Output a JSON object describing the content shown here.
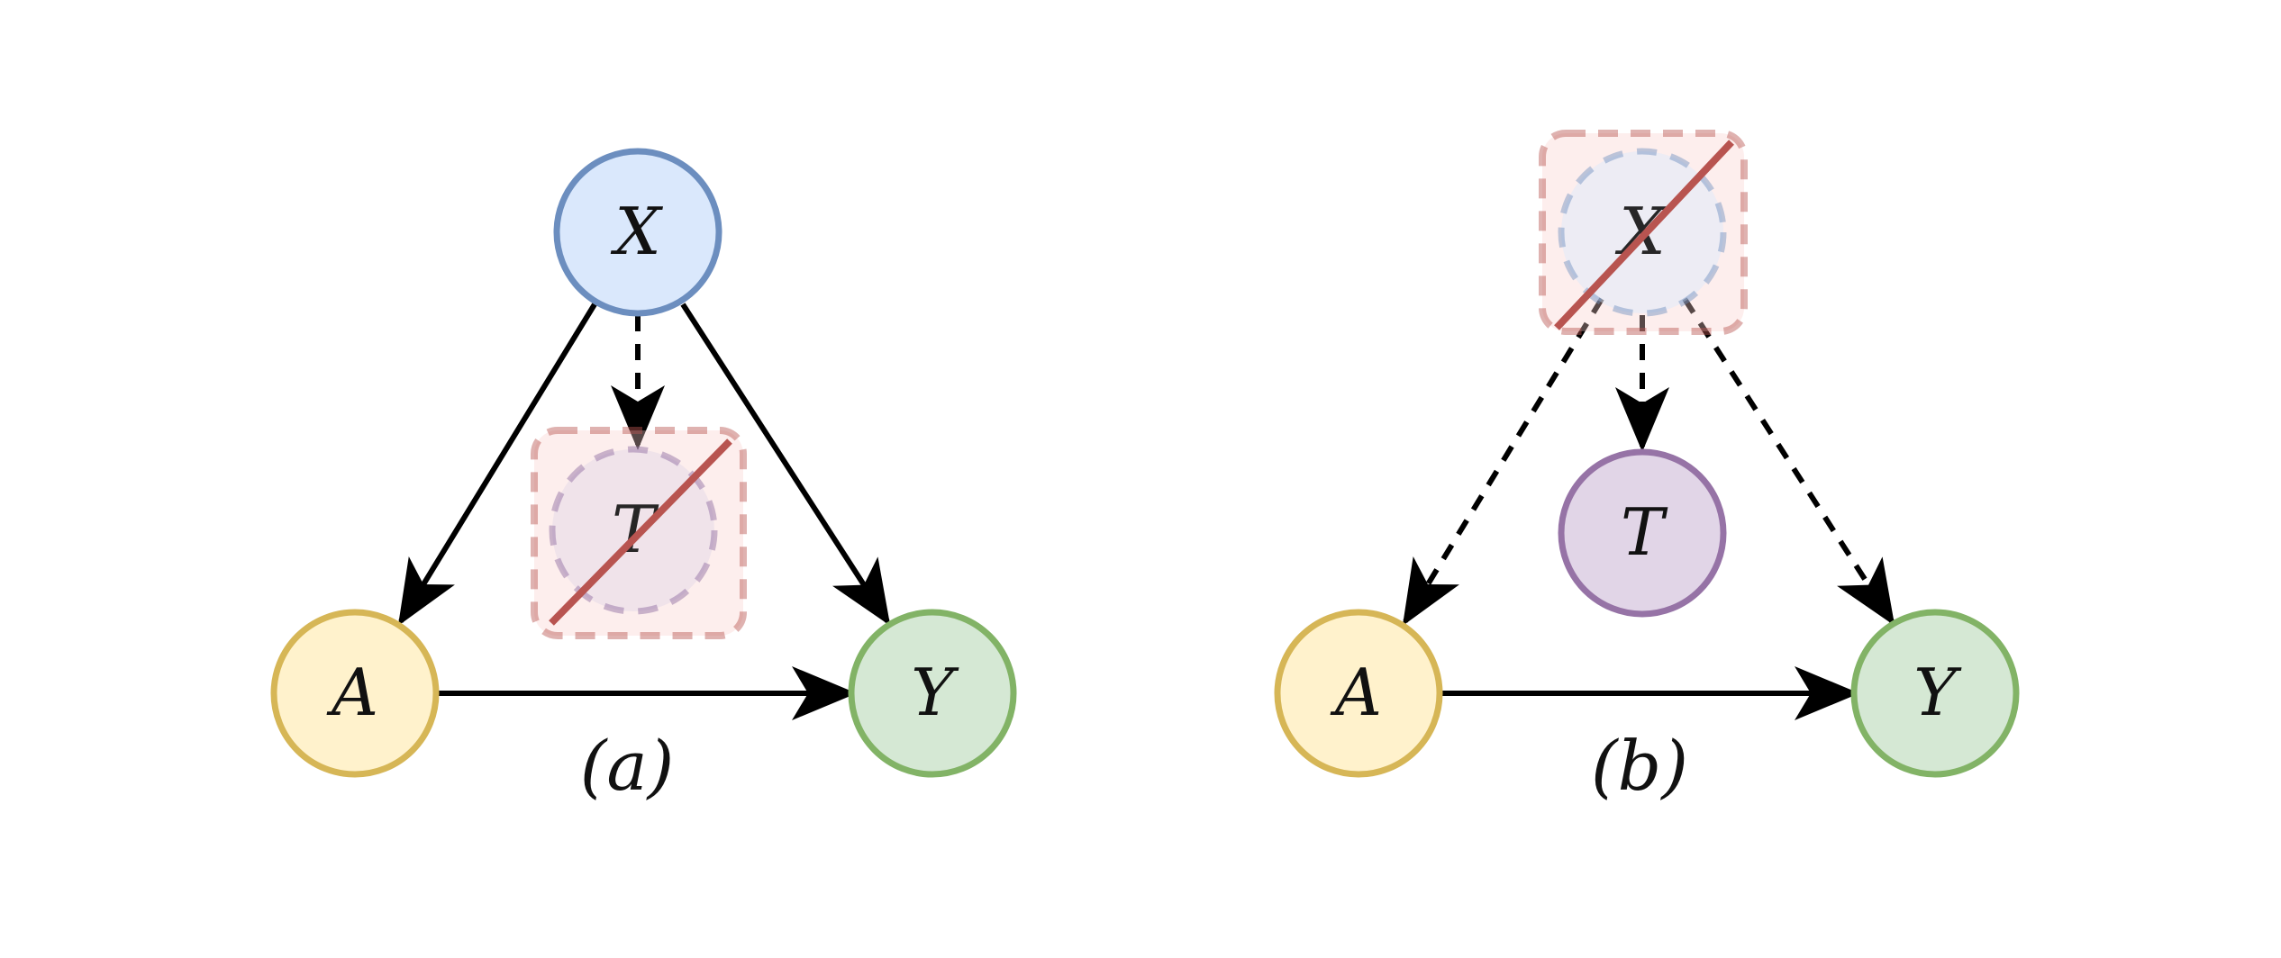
{
  "panels": [
    {
      "id": "a",
      "caption": "(a)",
      "nodes": {
        "X": {
          "label": "X",
          "observed": true
        },
        "T": {
          "label": "T",
          "observed": false
        },
        "A": {
          "label": "A",
          "observed": true
        },
        "Y": {
          "label": "Y",
          "observed": true
        }
      },
      "edges": [
        {
          "from": "X",
          "to": "A",
          "style": "solid"
        },
        {
          "from": "X",
          "to": "Y",
          "style": "solid"
        },
        {
          "from": "X",
          "to": "T",
          "style": "dashed"
        },
        {
          "from": "A",
          "to": "Y",
          "style": "solid"
        }
      ],
      "masked_node": "T"
    },
    {
      "id": "b",
      "caption": "(b)",
      "nodes": {
        "X": {
          "label": "X",
          "observed": false
        },
        "T": {
          "label": "T",
          "observed": true
        },
        "A": {
          "label": "A",
          "observed": true
        },
        "Y": {
          "label": "Y",
          "observed": true
        }
      },
      "edges": [
        {
          "from": "X",
          "to": "A",
          "style": "dashed"
        },
        {
          "from": "X",
          "to": "Y",
          "style": "dashed"
        },
        {
          "from": "X",
          "to": "T",
          "style": "dashed"
        },
        {
          "from": "A",
          "to": "Y",
          "style": "solid"
        }
      ],
      "masked_node": "X"
    }
  ],
  "colors": {
    "X_fill": "#dae8fc",
    "X_stroke": "#6c8ebf",
    "T_fill": "#e1d5e7",
    "T_stroke": "#9673a6",
    "A_fill": "#fff2cc",
    "A_stroke": "#d6b656",
    "Y_fill": "#d5e8d4",
    "Y_stroke": "#82b366",
    "mask_fill": "#f8cecc",
    "mask_stroke": "#b85450",
    "edge": "#000000"
  }
}
